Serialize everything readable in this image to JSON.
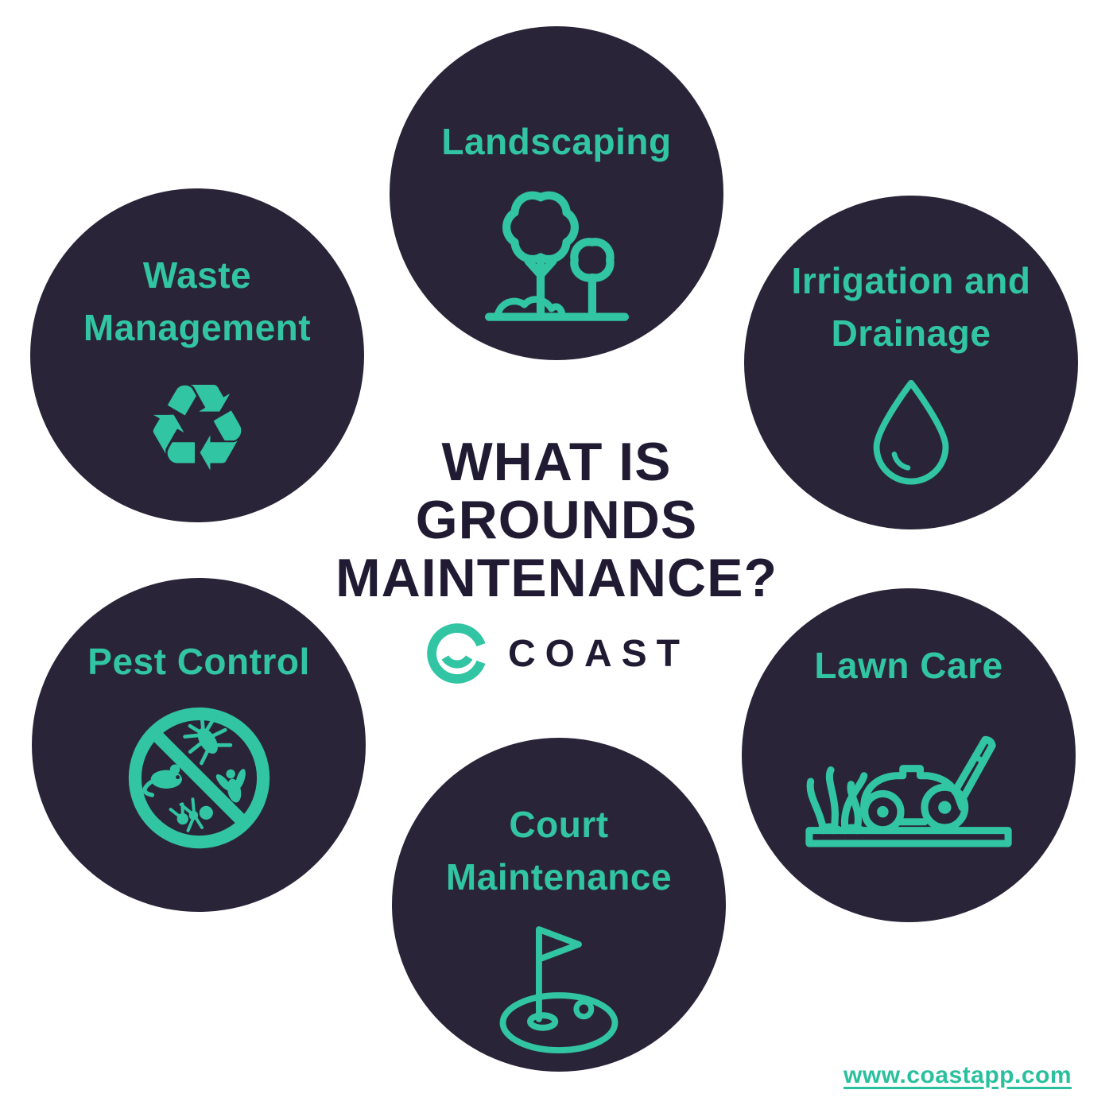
{
  "colors": {
    "background": "#ffffff",
    "circle_fill": "#2a2438",
    "accent_teal": "#31c5a3",
    "title_text": "#201b33"
  },
  "center": {
    "title_lines": [
      "WHAT IS",
      "GROUNDS",
      "MAINTENANCE?"
    ],
    "brand": "COAST",
    "logo_icon": "coast-smile-logo"
  },
  "footer": {
    "url": "www.coastapp.com"
  },
  "circles": {
    "landscaping": {
      "label": "Landscaping",
      "icon": "trees-icon"
    },
    "waste_management": {
      "line1": "Waste",
      "line2": "Management",
      "icon": "recycling-icon",
      "glyph": "♻"
    },
    "irrigation_drainage": {
      "line1": "Irrigation and",
      "line2": "Drainage",
      "icon": "water-drop-icon"
    },
    "pest_control": {
      "label": "Pest Control",
      "icon": "no-pests-icon"
    },
    "lawn_care": {
      "label": "Lawn Care",
      "icon": "lawn-mower-icon"
    },
    "court_maintenance": {
      "line1": "Court",
      "line2": "Maintenance",
      "icon": "golf-flag-icon"
    }
  }
}
